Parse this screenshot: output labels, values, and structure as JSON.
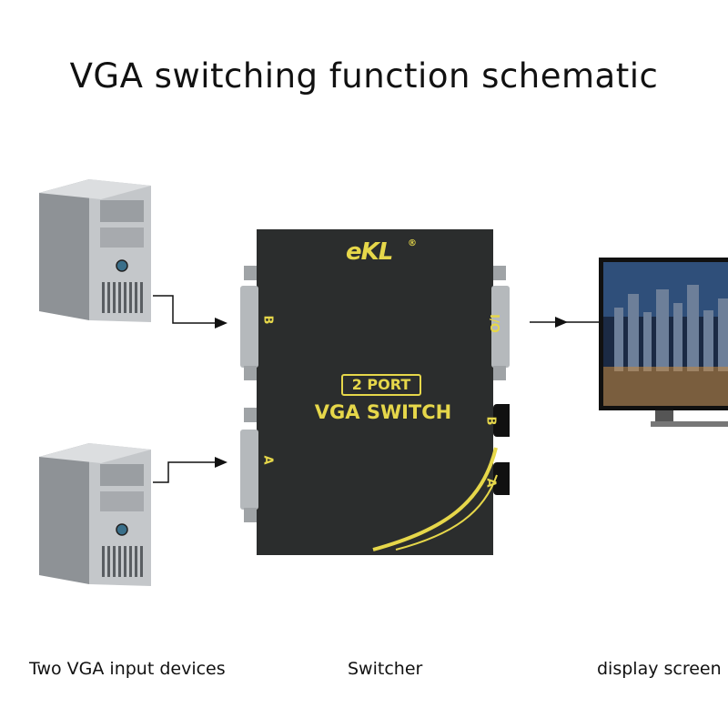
{
  "title": "VGA switching function schematic",
  "captions": {
    "inputs": "Two VGA input devices",
    "switcher": "Switcher",
    "display": "display screen"
  },
  "switch": {
    "brand": "eKL",
    "registered": "®",
    "port_badge": "2 PORT",
    "model": "VGA SWITCH",
    "input_b": "B",
    "input_a": "A",
    "output": "I/O",
    "button_b": "B",
    "button_a": "A"
  },
  "colors": {
    "accent": "#e6d74a",
    "switch_body": "#2b2d2d",
    "pc_body": "#b9bcbf"
  }
}
